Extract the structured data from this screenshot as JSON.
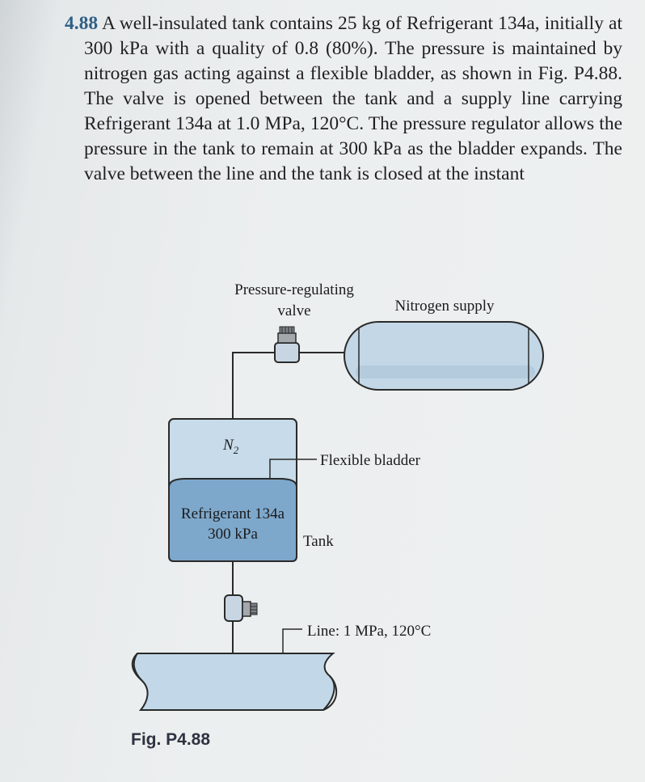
{
  "problem": {
    "number": "4.88",
    "text": "A well-insulated tank contains 25 kg of Refrigerant 134a, initially at 300 kPa with a quality of 0.8 (80%). The pressure is maintained by nitrogen gas acting against a flexible bladder, as shown in Fig. P4.88. The valve is opened between the tank and a supply line carrying Refrigerant 134a at 1.0 MPa, 120°C. The pressure regulator allows the pressure in the tank to remain at 300 kPa as the bladder expands. The valve between the line and the tank is closed at the instant"
  },
  "figure": {
    "regulator_label_1": "Pressure-regulating",
    "regulator_label_2": "valve",
    "nitrogen_supply": "Nitrogen supply",
    "n2_label": "N",
    "n2_sub": "2",
    "bladder_label": "Flexible bladder",
    "refrigerant_label": "Refrigerant 134a",
    "pressure_label": "300 kPa",
    "tank_label": "Tank",
    "line_label": "Line: 1 MPa, 120°C",
    "caption": "Fig. P4.88"
  }
}
